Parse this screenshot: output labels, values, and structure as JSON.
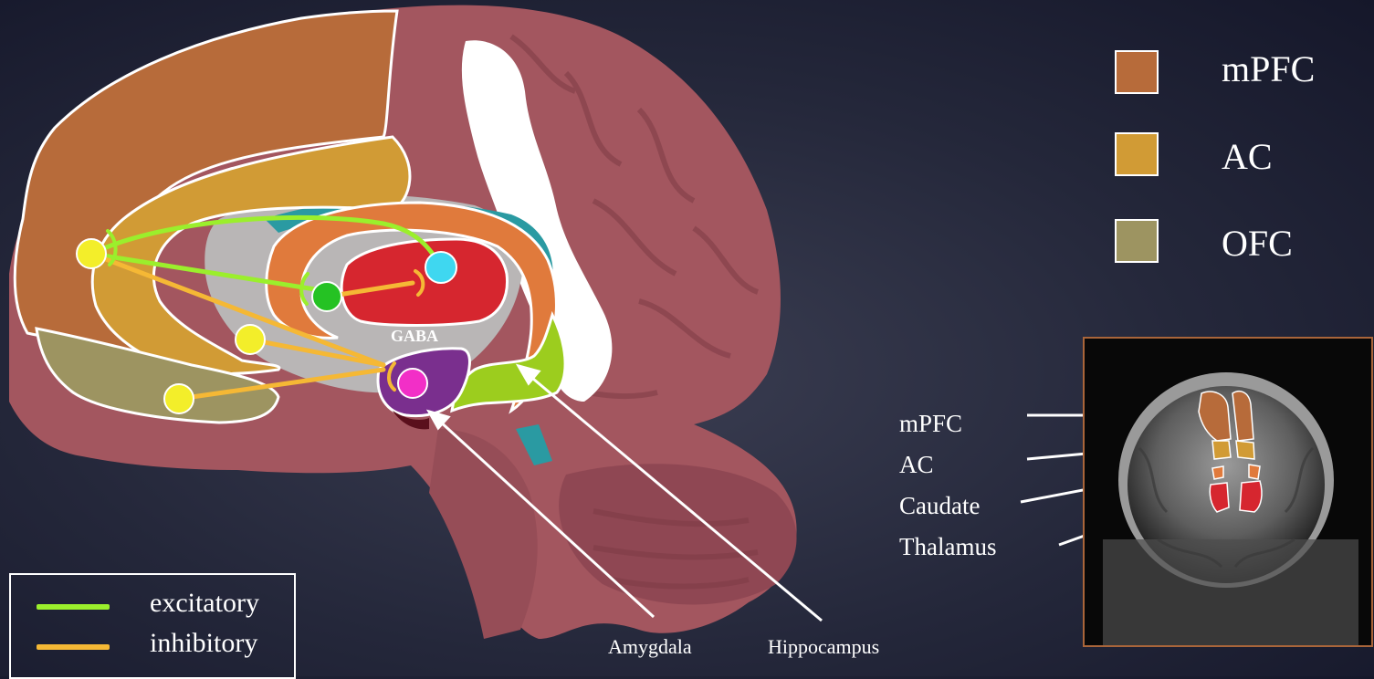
{
  "legend_regions": [
    {
      "label": "mPFC",
      "color": "#b76b3a"
    },
    {
      "label": "AC",
      "color": "#d19b35"
    },
    {
      "label": "OFC",
      "color": "#9d9461"
    }
  ],
  "connection_legend": [
    {
      "label": "excitatory",
      "color": "#9bef2c"
    },
    {
      "label": "inhibitory",
      "color": "#f5b835"
    }
  ],
  "structure_labels": {
    "amygdala": "Amygdala",
    "hippocampus": "Hippocampus",
    "gaba": "GABA"
  },
  "mri_labels": [
    "mPFC",
    "AC",
    "Caudate",
    "Thalamus"
  ],
  "colors": {
    "brain": "#a3565f",
    "mpfc": "#b76b3a",
    "ac": "#d19b35",
    "ofc": "#9d9461",
    "caudate": "#e07a3c",
    "thalamus": "#d6262f",
    "amygdala": "#7a2f8e",
    "hippocampus": "#9ccd1e",
    "ventricle": "#2a9aa2",
    "node_yellow": "#f3ee2a",
    "node_green": "#25c223",
    "node_cyan": "#3fd7f0",
    "node_magenta": "#f22fc7",
    "mri_border": "#a9653a"
  }
}
